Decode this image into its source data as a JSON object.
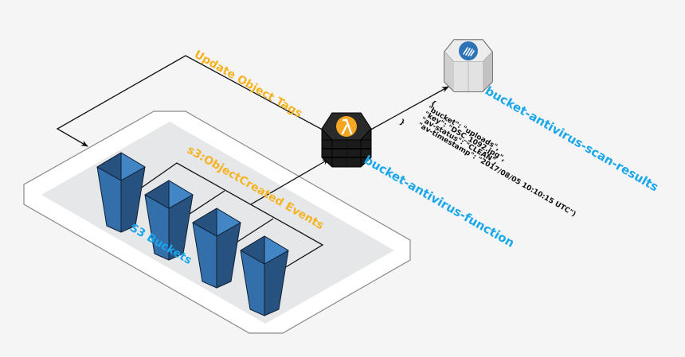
{
  "diagram": {
    "nodes": {
      "s3_buckets": {
        "label": "S3 Buckets",
        "count": 4,
        "icon": "s3-bucket-icon"
      },
      "function": {
        "label": "bucket-antivirus-function",
        "icon": "lambda-icon"
      },
      "results": {
        "label": "bucket-antivirus-scan-results",
        "icon": "dynamodb-table-icon"
      }
    },
    "edges": {
      "events": {
        "label": "s3:ObjectCreated Events",
        "from": "s3_buckets",
        "to": "function"
      },
      "tags": {
        "label": "Update Object Tags",
        "from": "function",
        "to": "s3_buckets"
      },
      "write": {
        "from": "function",
        "to": "results"
      }
    },
    "payload": {
      "lines": [
        "{",
        "\"bucket\": \"uploads\",",
        "\"key\": \"DSC_1092.jpg\",",
        "\"av-status\": \"CLEAN\",",
        "\"av-timestamp\": \"2017/08/05 10:10:15 UTC\")",
        "}"
      ]
    },
    "colors": {
      "background": "#f5f5f5",
      "label_blue": "#1aa7ec",
      "label_orange": "#f5b323",
      "bucket_light": "#4286c6",
      "bucket_mid": "#336fab",
      "bucket_dark": "#27527f",
      "lambda_badge": "#f5a623",
      "dynamo_badge": "#2e73b8"
    }
  }
}
